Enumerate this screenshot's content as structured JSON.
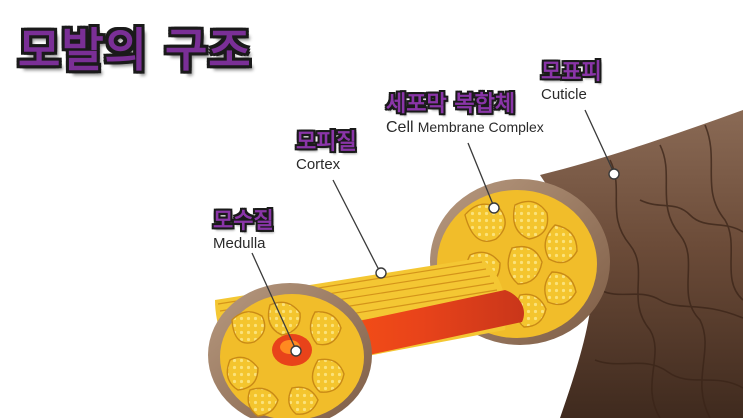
{
  "title": "모발의 구조",
  "labels": {
    "cuticle": {
      "ko": "모표피",
      "en": "Cuticle"
    },
    "cell_membrane": {
      "ko": "세포막 복합체",
      "en_main": "Cell",
      "en_sub": "Membrane Complex"
    },
    "cortex": {
      "ko": "모피질",
      "en": "Cortex"
    },
    "medulla": {
      "ko": "모수질",
      "en": "Medulla"
    }
  },
  "colors": {
    "title_purple": "#7a2f96",
    "label_purple": "#8a35a8",
    "cuticle_brown": "#6b4a36",
    "cortex_yellow": "#f2c230",
    "medulla_red": "#e0461b"
  }
}
